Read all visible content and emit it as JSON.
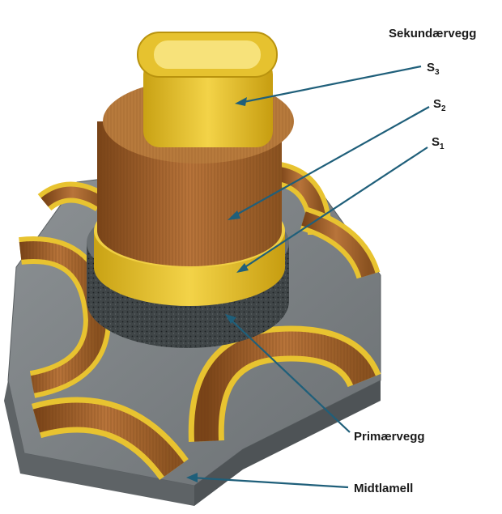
{
  "labels": {
    "secondary_wall": "Sekundærvegg",
    "s3": {
      "base": "S",
      "sub": "3"
    },
    "s2": {
      "base": "S",
      "sub": "2"
    },
    "s1": {
      "base": "S",
      "sub": "1"
    },
    "primary_wall": "Primærvegg",
    "middle_lamella": "Midtlamell"
  },
  "colors": {
    "leader_line": "#1f5f7a",
    "yellow_layer": "#e8c330",
    "brown_layer": "#a8632a",
    "grey_matrix": "#7f8487",
    "dark_primary": "#4a5052"
  }
}
